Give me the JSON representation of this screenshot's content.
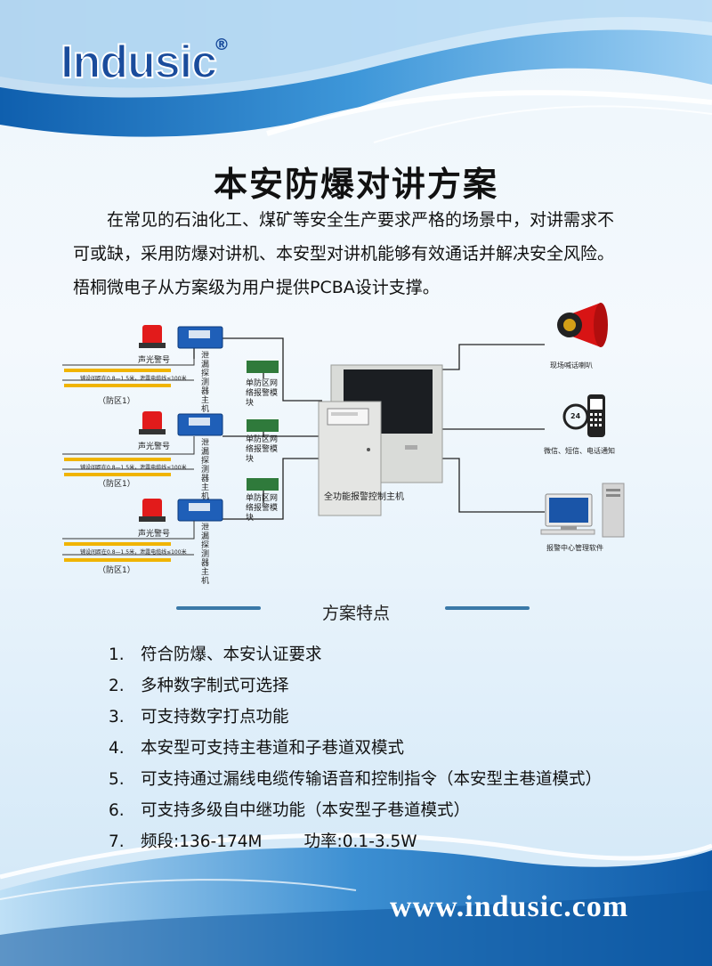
{
  "brand": {
    "logo": "Indusic",
    "registered": "®"
  },
  "title": "本安防爆对讲方案",
  "intro": [
    "在常见的石油化工、煤矿等安全生产要求严格的场景中，对讲需求不",
    "可或缺，采用防爆对讲机、本安型对讲机能够有效通话并解决安全风险。",
    "梧桐微电子从方案级为用户提供PCBA设计支撑。"
  ],
  "diagram": {
    "zones": [
      {
        "alarm_label": "声光警号",
        "detector_label": "泄漏探测器主机",
        "cable_note": "铺设间距在0.8—1.5米，泄露电缆线≤100米",
        "zone_label": "（防区1）",
        "module_label": "单防区网络报警模块"
      },
      {
        "alarm_label": "声光警号",
        "detector_label": "泄漏探测器主机",
        "cable_note": "铺设间距在0.8—1.5米，泄露电缆线≤100米",
        "zone_label": "（防区1）",
        "module_label": "单防区网络报警模块"
      },
      {
        "alarm_label": "声光警号",
        "detector_label": "泄漏探测器主机",
        "cable_note": "铺设间距在0.8—1.5米，泄露电缆线≤100米",
        "zone_label": "（防区1）",
        "module_label": "单防区网络报警模块"
      }
    ],
    "controller_label": "全功能报警控制主机",
    "outputs": [
      {
        "label": "现场喊话喇叭",
        "icon": "horn-speaker-icon"
      },
      {
        "label": "微信、短信、电话通知",
        "icon": "mobile-phone-icon",
        "badge": "24"
      },
      {
        "label": "报警中心管理软件",
        "icon": "computer-icon"
      }
    ]
  },
  "features": {
    "title": "方案特点",
    "items": [
      {
        "num": "1.",
        "text": "符合防爆、本安认证要求"
      },
      {
        "num": "2.",
        "text": "多种数字制式可选择"
      },
      {
        "num": "3.",
        "text": "可支持数字打点功能"
      },
      {
        "num": "4.",
        "text": "本安型可支持主巷道和子巷道双模式"
      },
      {
        "num": "5.",
        "text": "可支持通过漏线电缆传输语音和控制指令（本安型主巷道模式）"
      },
      {
        "num": "6.",
        "text": "可支持多级自中继功能（本安型子巷道模式）"
      },
      {
        "num": "7.",
        "text": "频段:136-174M        功率:0.1-3.5W"
      }
    ]
  },
  "footer_url": "www.indusic.com",
  "colors": {
    "brand_blue": "#1a4c9c",
    "wave_blue": "#2b7fc4",
    "accent_line": "#3a79a8"
  }
}
